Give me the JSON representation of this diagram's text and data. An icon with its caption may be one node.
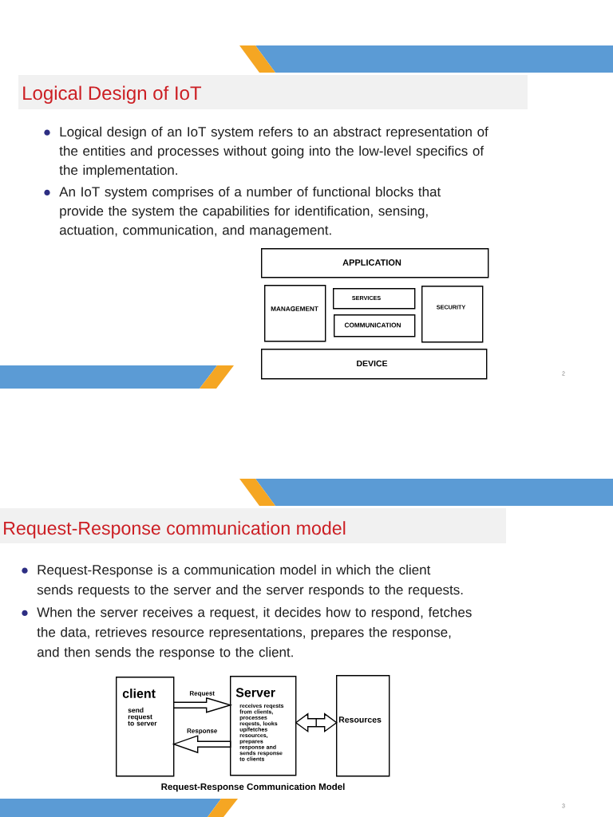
{
  "diagram": {
    "caption": "Request-Response Communication Model",
    "nodes": [
      {
        "text": [
          "APPLICATION"
        ]
      },
      {
        "text": [
          "MANAGEMENT"
        ]
      },
      {
        "text": [
          "SERVICES"
        ]
      },
      {
        "text": [
          "COMMUNICATION"
        ]
      },
      {
        "text": [
          "SECURITY"
        ]
      },
      {
        "text": [
          "DEVICE"
        ]
      },
      {
        "text": [
          "client",
          "send request to server"
        ]
      },
      {
        "text": [
          "Server",
          "receives reqests from clients, processes reqests, looks up/fetches resources, prepares response and sends response to clients"
        ]
      },
      {
        "text": [
          "Resources"
        ]
      }
    ],
    "edges": [
      {
        "from": 6,
        "to": 7,
        "arrow": "to",
        "label": "Request"
      },
      {
        "from": 7,
        "to": 6,
        "arrow": "to",
        "label": "Response"
      },
      {
        "from": 7,
        "to": 8,
        "arrow": "both"
      }
    ],
    "labels": [
      "Logical Design of IoT",
      "Logical design of an IoT system refers to an abstract representation of the entities and processes without going into the low-level specifics of the implementation.",
      "An IoT system comprises of a number of functional blocks that provide the system the capabilities for identification, sensing, actuation, communication, and management.",
      "2",
      "Request-Response communication model",
      "Request-Response is a communication model in which the client sends requests to the server and the server responds to the requests.",
      "When the server receives a request, it decides how to respond, fetches the data, retrieves resource representations, prepares the response, and then sends the response to the client.",
      "3"
    ]
  }
}
